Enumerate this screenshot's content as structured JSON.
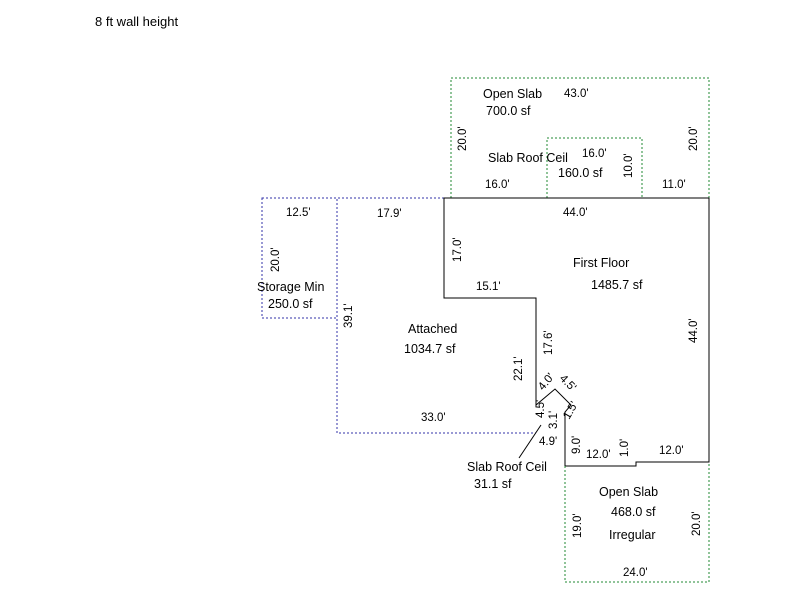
{
  "header": {
    "note": "8 ft wall height"
  },
  "colors": {
    "solid": "#000000",
    "blue_dotted": "#3333aa",
    "green_dotted": "#228833"
  },
  "areas": {
    "open_slab_top": {
      "name": "Open Slab",
      "area": "700.0 sf"
    },
    "slab_roof_ceil_top": {
      "name": "Slab Roof Ceil",
      "area": "160.0 sf"
    },
    "first_floor": {
      "name": "First Floor",
      "area": "1485.7 sf"
    },
    "storage": {
      "name": "Storage Min",
      "area": "250.0 sf"
    },
    "attached": {
      "name": "Attached",
      "area": "1034.7 sf"
    },
    "slab_roof_ceil_small": {
      "name": "Slab Roof Ceil",
      "area": "31.1 sf"
    },
    "open_slab_bottom": {
      "name": "Open Slab",
      "area": "468.0 sf",
      "note": "Irregular"
    }
  },
  "dimensions": {
    "open_top_width": "43.0'",
    "open_top_left": "20.0'",
    "open_top_right": "20.0'",
    "src_top": "16.0'",
    "src_side": "10.0'",
    "seg_16": "16.0'",
    "seg_11": "11.0'",
    "ff_top": "44.0'",
    "ff_left_vert": "17.0'",
    "ff_notch": "15.1'",
    "ff_right": "44.0'",
    "ff_diag_4": "4.0'",
    "ff_diag_45": "4.5'",
    "ff_17_6": "17.6'",
    "ff_1_5": "1.5'",
    "ff_9_0": "9.0'",
    "ff_12_left": "12.0'",
    "ff_1_0": "1.0'",
    "ff_12_right": "12.0'",
    "stor_top": "12.5'",
    "stor_side": "20.0'",
    "att_top": "17.9'",
    "att_left": "39.1'",
    "att_right": "22.1'",
    "att_bottom": "33.0'",
    "small_45": "4.5'",
    "small_31": "3.1'",
    "small_49": "4.9'",
    "open_bot_left": "19.0'",
    "open_bot_right": "20.0'",
    "open_bot_width": "24.0'"
  }
}
